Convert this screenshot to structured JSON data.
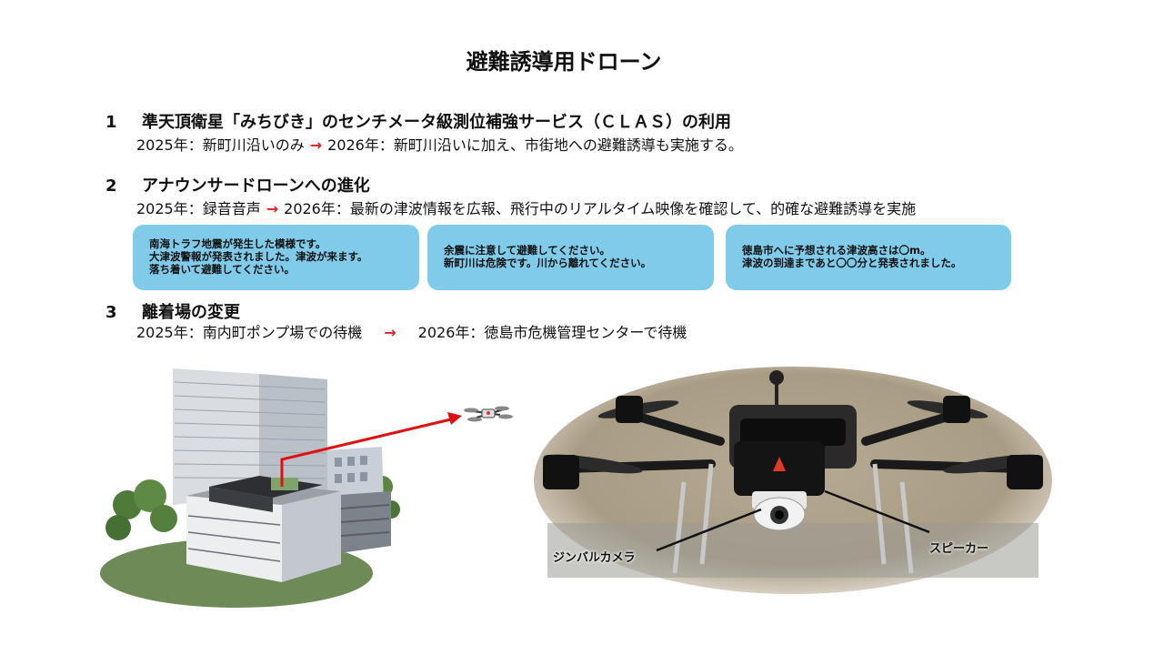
{
  "title": "避難誘導用ドローン",
  "sections": [
    {
      "num": "1",
      "heading": "準天頂衛星「みちびき」のセンチメータ級測位補強サービス（ＣＬＡＳ）の利用",
      "before": "2025年：新町川沿いのみ",
      "arrow": "→",
      "after": "2026年：新町川沿いに加え、市街地への避難誘導も実施する。"
    },
    {
      "num": "2",
      "heading": "アナウンサードローンへの進化",
      "before": "2025年：録音音声",
      "arrow": "→",
      "after": "2026年：最新の津波情報を広報、飛行中のリアルタイム映像を確認して、的確な避難誘導を実施"
    },
    {
      "num": "3",
      "heading": "離着場の変更",
      "before": "2025年：南内町ポンプ場での待機",
      "arrow": "→",
      "after": "2026年：徳島市危機管理センターで待機"
    }
  ],
  "announcements": [
    {
      "lines": [
        "南海トラフ地震が発生した模様です。",
        "大津波警報が発表されました。津波が来ます。",
        "落ち着いて避難してください。"
      ]
    },
    {
      "lines": [
        "余震に注意して避難してください。",
        "新町川は危険です。川から離れてください。"
      ]
    },
    {
      "lines": [
        "徳島市へに予想される津波高さは〇m。",
        "津波の到達まであと〇〇分と発表されました。"
      ]
    }
  ],
  "callouts": {
    "gimbal": "ジンバルカメラ",
    "speaker": "スピーカー"
  },
  "colors": {
    "bubble": "#7fcbe9",
    "arrow": "#e02020"
  }
}
